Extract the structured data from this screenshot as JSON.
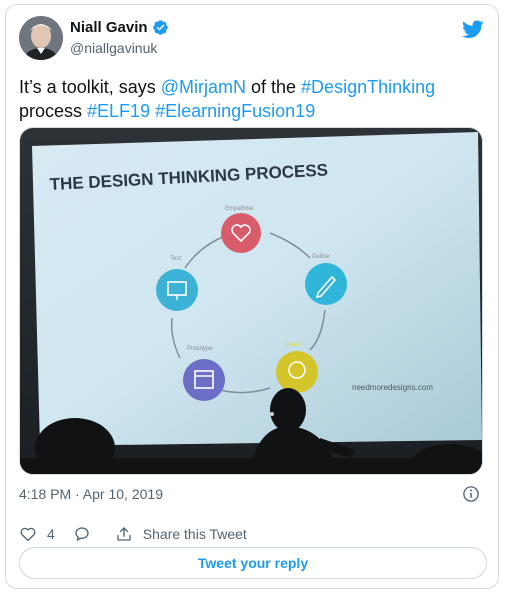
{
  "author": {
    "name": "Niall Gavin",
    "handle": "@niallgavinuk"
  },
  "tweet": {
    "segments": [
      {
        "text": "It’s a toolkit, says ",
        "type": "text"
      },
      {
        "text": "@MirjamN",
        "type": "mention"
      },
      {
        "text": " of the ",
        "type": "text"
      },
      {
        "text": "#DesignThinking",
        "type": "hashtag"
      },
      {
        "text": " process ",
        "type": "text"
      },
      {
        "text": "#ELF19",
        "type": "hashtag"
      },
      {
        "text": " ",
        "type": "text"
      },
      {
        "text": "#ElearningFusion19",
        "type": "hashtag"
      }
    ]
  },
  "media": {
    "slide_title": "THE DESIGN THINKING PROCESS",
    "stages": [
      "Empathise",
      "Define",
      "Ideate",
      "Prototype",
      "Test"
    ],
    "footer_credit": "needmoredesigns.com",
    "stage_colors": [
      "#d95c6a",
      "#2fb6d8",
      "#d4c52a",
      "#6d6fc6",
      "#3bb2d6"
    ]
  },
  "meta": {
    "timestamp": "4:18 PM · Apr 10, 2019"
  },
  "actions": {
    "like_count": "4",
    "share_label": "Share this Tweet",
    "reply_label": "Tweet your reply"
  },
  "icons": [
    "verified-badge-icon",
    "twitter-bird-icon",
    "info-icon",
    "heart-icon",
    "reply-bubble-icon",
    "share-icon"
  ],
  "colors": {
    "link": "#1d9bf0",
    "text": "#0f1419",
    "secondary": "#536471",
    "border": "#d6dbe0"
  }
}
